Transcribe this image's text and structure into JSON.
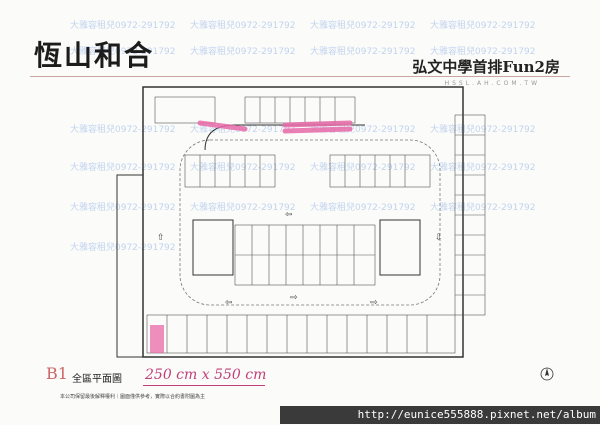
{
  "header": {
    "title": "恆山和合",
    "subtitle": "弘文中學首排Fun2房",
    "subtitle_url": "HSSL.AH.COM.TW"
  },
  "watermarks": [
    "大雅容租兒0972-291792",
    "大雅容租兒0972-291792",
    "大雅容租兒0972-291792",
    "大雅容租兒0972-291792",
    "大雅容租兒0972-291792",
    "大雅容租兒0972-291792",
    "大雅容租兒0972-291792",
    "大雅容租兒0972-291792",
    "大雅容租兒0972-291792",
    "大雅容租兒0972-291792",
    "大雅容租兒0972-291792",
    "大雅容租兒0972-291792",
    "大雅容租兒0972-291792",
    "大雅容租兒0972-291792",
    "大雅容租兒0972-291792",
    "大雅容租兒0972-291792",
    "大雅容租兒0972-291792",
    "大雅容租兒0972-291792",
    "大雅容租兒0972-291792",
    "大雅容租兒0972-291792",
    "大雅容租兒0972-291792"
  ],
  "floor_plan": {
    "level": "B1",
    "description": "全區平面圖",
    "handwritten_note": "250 cm x 550 cm"
  },
  "footnote": "本公司保留最後解釋權利｜圖面僅供參考，實際以合約書附圖為主",
  "source_url": "http://eunice555888.pixnet.net/album",
  "colors": {
    "highlight": "#e86aa8",
    "watermark": "#bcd0ee",
    "plan_line": "#333333",
    "url_bar": "#3a3a3a"
  },
  "icons": {
    "compass": "north-compass-icon"
  }
}
